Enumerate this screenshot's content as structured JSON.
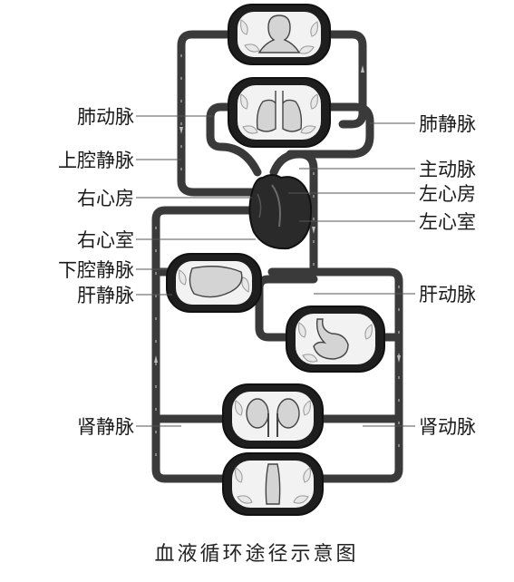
{
  "labels": {
    "pulmonary_artery": "肺动脉",
    "superior_vena_cava": "上腔静脉",
    "right_atrium": "右心房",
    "right_ventricle": "右心室",
    "inferior_vena_cava": "下腔静脉",
    "hepatic_vein": "肝静脉",
    "renal_vein": "肾静脉",
    "pulmonary_vein": "肺静脉",
    "aorta": "主动脉",
    "left_atrium": "左心房",
    "left_ventricle": "左心室",
    "hepatic_artery": "肝动脉",
    "renal_artery": "肾动脉"
  },
  "caption": "血液循环途径示意图",
  "colors": {
    "vessel": "#3a3a3a",
    "heart": "#2a2a2a",
    "capsule": "#1e1e1e"
  },
  "icons": [
    "head-capsule-icon",
    "lung-capsule-icon",
    "heart-icon",
    "liver-capsule-icon",
    "stomach-capsule-icon",
    "kidney-capsule-icon",
    "leg-capsule-icon"
  ]
}
